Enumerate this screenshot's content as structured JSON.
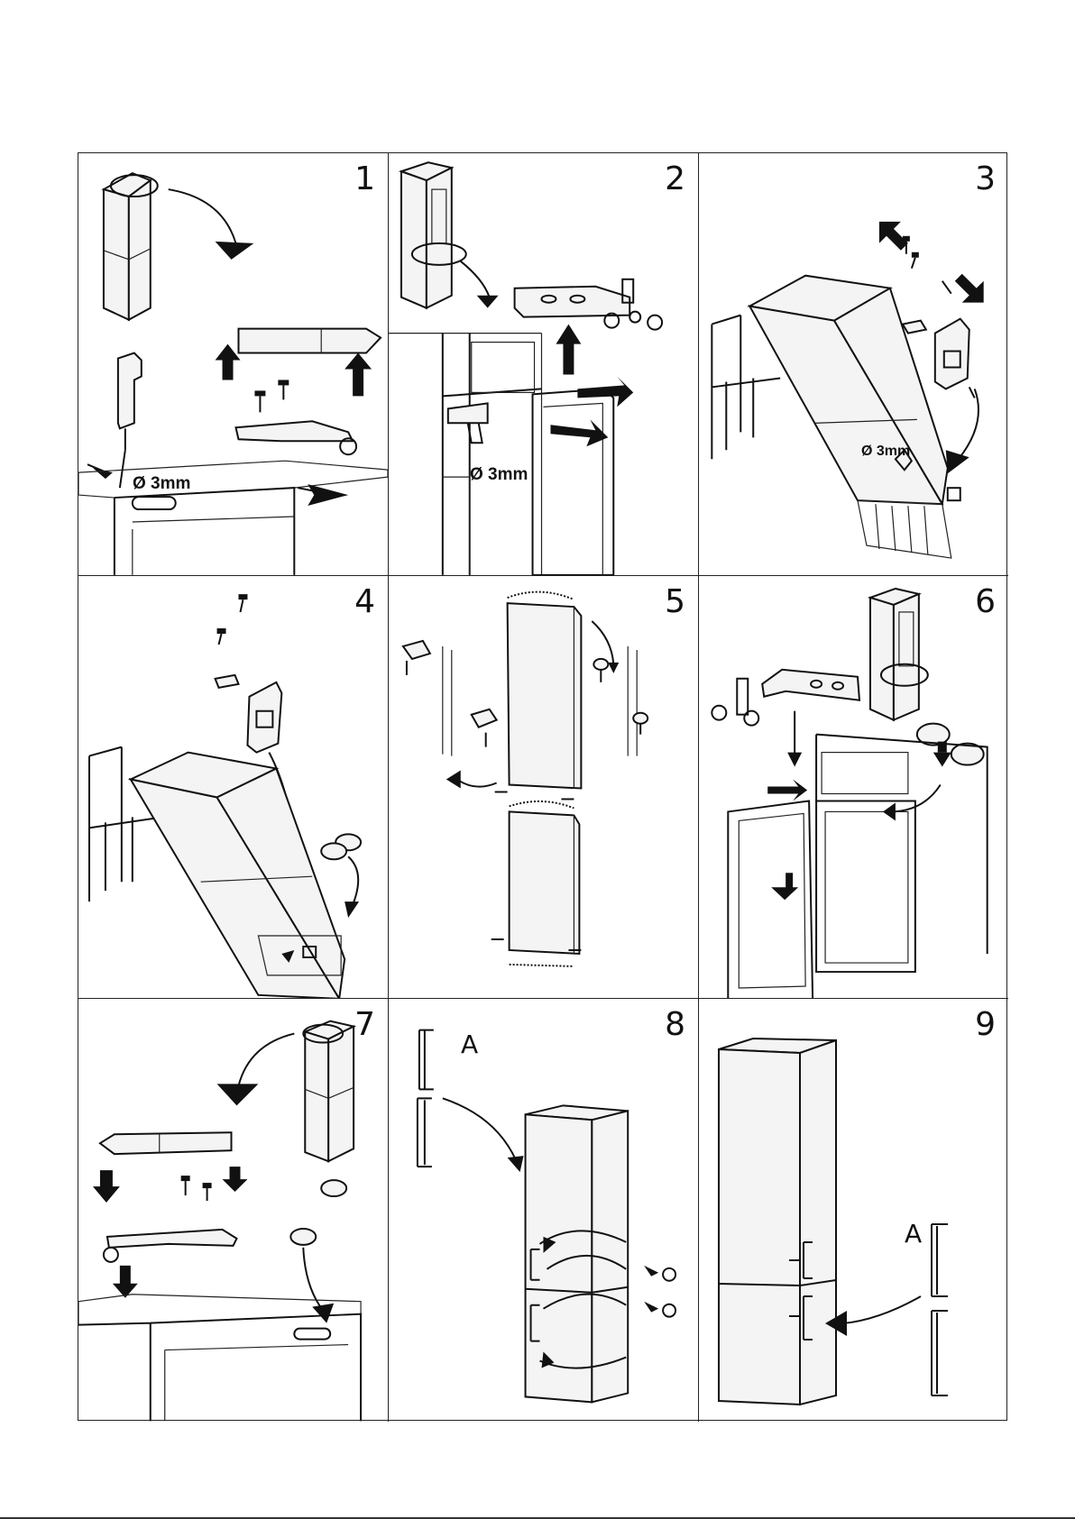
{
  "steps": [
    {
      "number": "1",
      "dimension_label": "Ø 3mm"
    },
    {
      "number": "2",
      "dimension_label": "Ø 3mm"
    },
    {
      "number": "3",
      "dimension_label": "Ø 3mm"
    },
    {
      "number": "4"
    },
    {
      "number": "5"
    },
    {
      "number": "6"
    },
    {
      "number": "7"
    },
    {
      "number": "8",
      "handle_label": "A"
    },
    {
      "number": "9",
      "handle_label": "A"
    }
  ]
}
